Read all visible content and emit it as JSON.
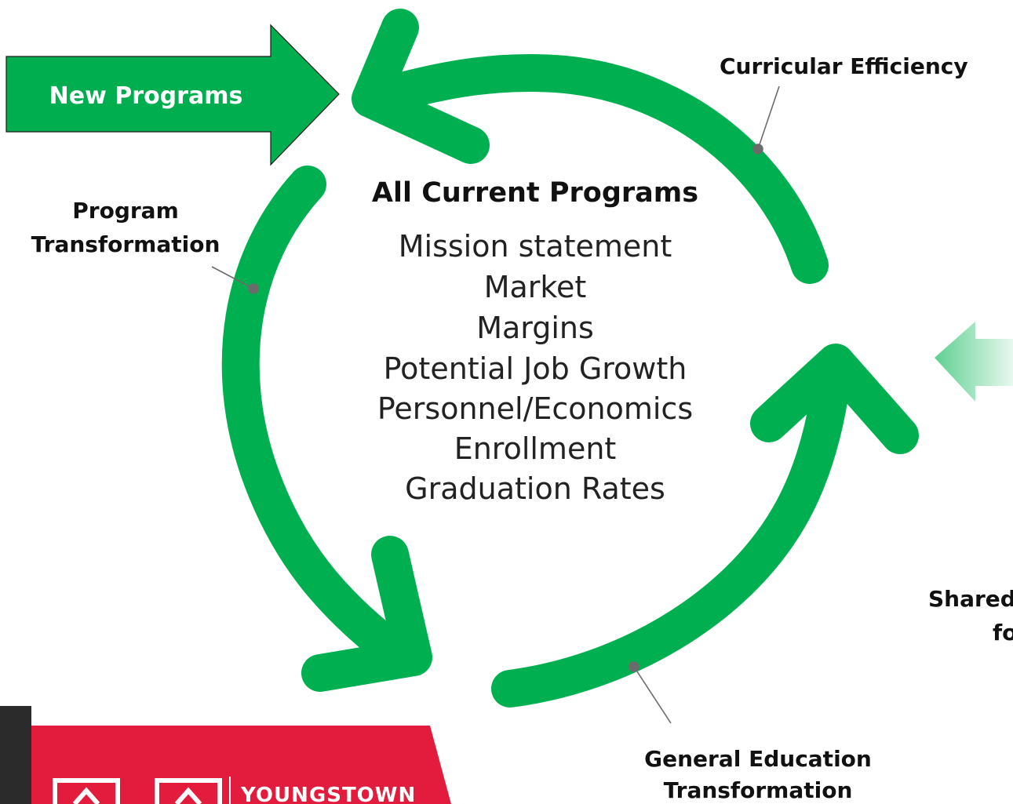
{
  "colors": {
    "cycle_green": "#00b050",
    "arrow_green": "#00ad4f",
    "leader_gray": "#6b6b6b",
    "logo_red": "#e31b3c",
    "logo_dark": "#1f1f1f"
  },
  "new_programs": {
    "label": "New Programs"
  },
  "center": {
    "title": "All Current Programs",
    "items": [
      "Mission statement",
      "Market",
      "Margins",
      "Potential Job Growth",
      "Personnel/Economics",
      "Enrollment",
      "Graduation Rates"
    ]
  },
  "labels": {
    "curricular": "Curricular  Efficiency",
    "program_transformation": [
      "Program",
      "Transformation"
    ],
    "gen_ed": [
      "General Education",
      "Transformation"
    ],
    "shared": [
      "Shared",
      "fo"
    ]
  },
  "logo": {
    "text": "YOUNGSTOWN"
  },
  "icons": {
    "cycle": "cycle-arrows-icon",
    "entry_arrow": "right-arrow-icon",
    "incoming_arrow": "left-arrow-icon"
  }
}
